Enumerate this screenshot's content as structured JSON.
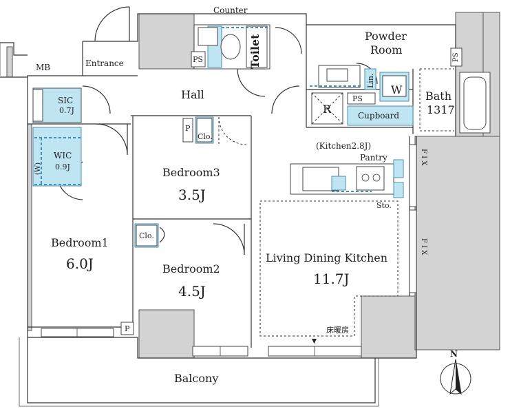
{
  "rooms": {
    "mb": "MB",
    "entrance": "Entrance",
    "hall": "Hall",
    "sic": "SIC",
    "sic_size": "0.7J",
    "wic": "WIC",
    "wic_size": "0.9J",
    "w_mark": "(W)",
    "bedroom1": "Bedroom1",
    "bedroom1_size": "6.0J",
    "bedroom2": "Bedroom2",
    "bedroom2_size": "4.5J",
    "bedroom3": "Bedroom3",
    "bedroom3_size": "3.5J",
    "ldk": "Living Dining Kitchen",
    "ldk_size": "11.7J",
    "kitchen": "(Kitchen2.8J)",
    "powder_room_1": "Powder",
    "powder_room_2": "Room",
    "bath": "Bath",
    "bath_size": "1317",
    "toilet": "Toilet",
    "balcony": "Balcony"
  },
  "fixtures": {
    "counter": "Counter",
    "ps": "PS",
    "p": "P",
    "clo": "Clo.",
    "cupboard": "Cupboard",
    "lin": "Lin.",
    "w": "W",
    "r": "R",
    "pantry": "Pantry",
    "sto": "Sto.",
    "fix": "F I X",
    "floor_heating": "床暖房"
  },
  "compass": {
    "north": "N"
  },
  "colors": {
    "wall_fill": "#d3d3d3",
    "fixture_blue": "#bfe4f2",
    "line": "#333333"
  }
}
